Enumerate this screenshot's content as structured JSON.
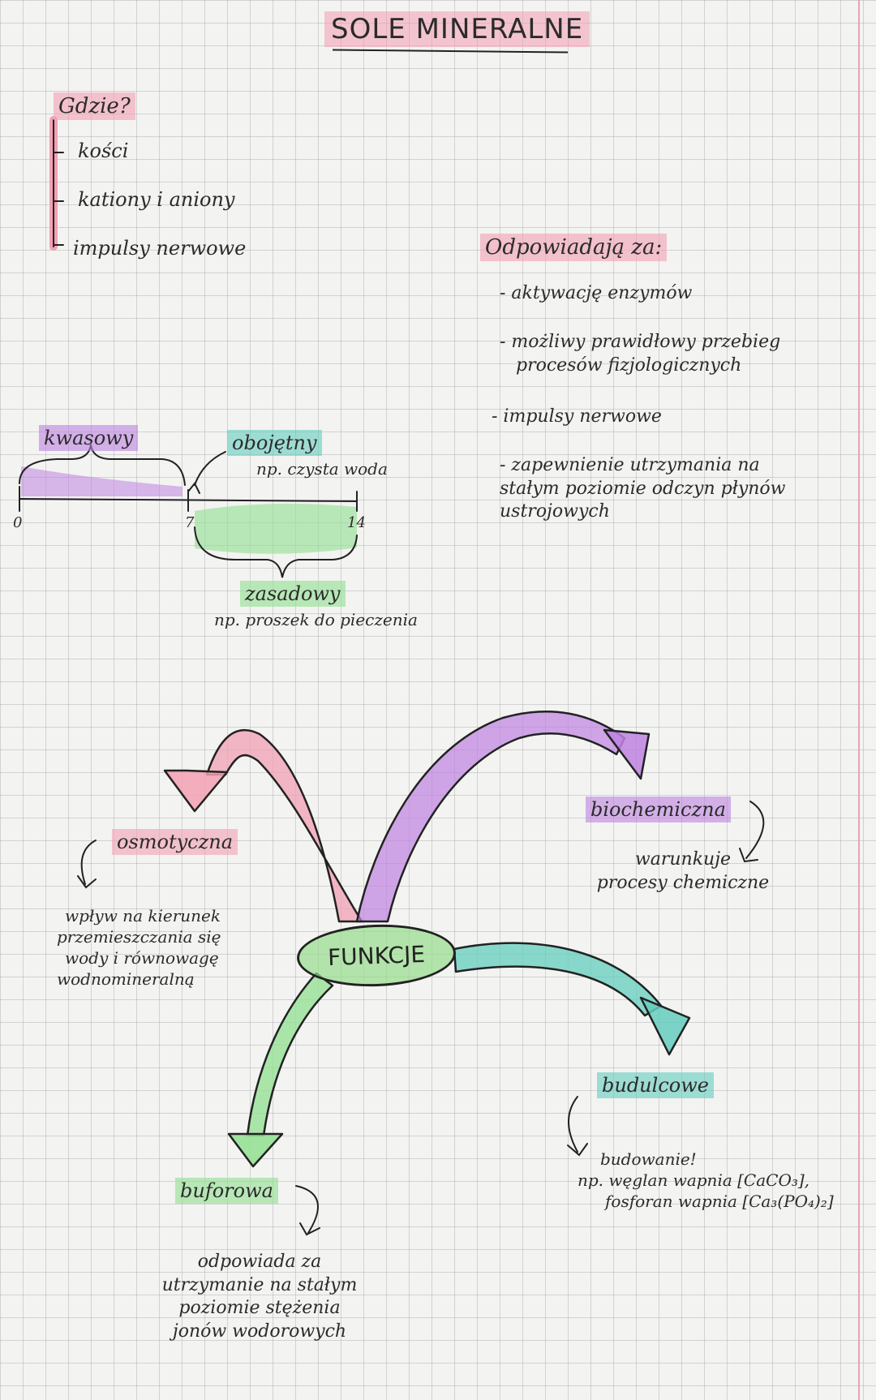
{
  "title": "SOLE MINERALNE",
  "gdzie": {
    "heading": "Gdzie?",
    "items": [
      "kości",
      "kationy i aniony",
      "impulsy nerwowe"
    ]
  },
  "odpowiadaja": {
    "heading": "Odpowiadają za:",
    "items": [
      [
        "- aktywację enzymów"
      ],
      [
        "- możliwy prawidłowy przebieg",
        "procesów fizjologicznych"
      ],
      [
        "- impulsy nerwowe"
      ],
      [
        "- zapewnienie utrzymania na",
        "stałym poziomie odczyn płynów",
        "ustrojowych"
      ]
    ]
  },
  "ph": {
    "kwasowy": "kwasowy",
    "obojetny": "obojętny",
    "obojetny_example": "np. czysta woda",
    "zasadowy": "zasadowy",
    "zasadowy_example": "np. proszek do pieczenia",
    "tick_0": "0",
    "tick_7": "7",
    "tick_14": "14"
  },
  "funkcje": {
    "center": "FUNKCJE",
    "osmotyczna": {
      "label": "osmotyczna",
      "desc": [
        "wpływ na kierunek",
        "przemieszczania się",
        "wody i równowagę",
        "wodnomineralną"
      ]
    },
    "biochemiczna": {
      "label": "biochemiczna",
      "desc": [
        "warunkuje",
        "procesy chemiczne"
      ]
    },
    "budulcowe": {
      "label": "budulcowe",
      "desc": [
        "budowanie!",
        "np. węglan wapnia [CaCO₃],",
        "fosforan wapnia [Ca₃(PO₄)₂]"
      ]
    },
    "buforowa": {
      "label": "buforowa",
      "desc": [
        "odpowiada za",
        "utrzymanie na stałym",
        "poziomie stężenia",
        "jonów wodorowych"
      ]
    }
  },
  "colors": {
    "pink": "#f2a0b4",
    "purple": "#be82e1",
    "teal": "#64cdbe",
    "green": "#96e196",
    "margin": "#e7a4bb"
  }
}
